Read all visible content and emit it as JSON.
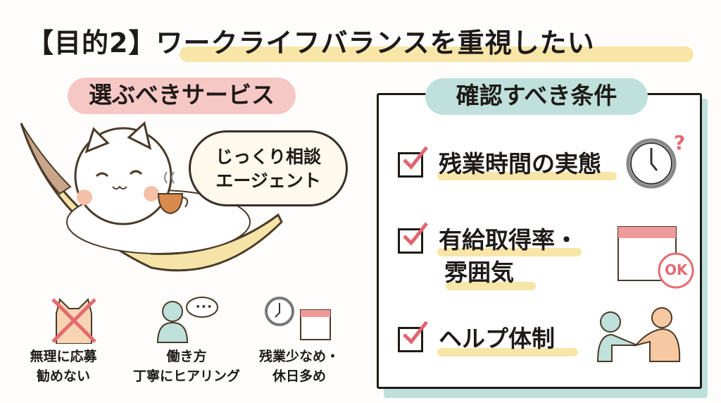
{
  "header": {
    "title": "【目的2】ワークライフバランスを重視したい"
  },
  "left": {
    "heading": "選ぶべきサービス",
    "bubble": {
      "line1": "じっくり相談",
      "line2": "エージェント"
    },
    "features": [
      {
        "icon": "cat-cross-icon",
        "line1": "無理に応募",
        "line2": "勧めない"
      },
      {
        "icon": "person-speech-icon",
        "line1": "働き方",
        "line2": "丁寧にヒアリング"
      },
      {
        "icon": "clock-calendar-icon",
        "line1": "残業少なめ・",
        "line2": "休日多め"
      }
    ]
  },
  "right": {
    "heading": "確認すべき条件",
    "items": [
      {
        "line1": "残業時間の実態",
        "icon": "clock-question-icon",
        "checked": true
      },
      {
        "line1": "有給取得率・",
        "line2": "雰囲気",
        "icon": "calendar-ok-icon",
        "badge": "OK",
        "checked": true
      },
      {
        "line1": "ヘルプ体制",
        "icon": "helping-hand-icon",
        "checked": true
      }
    ]
  },
  "colors": {
    "pink": "#f5c8c6",
    "teal": "#bfe0db",
    "highlight": "#f8e6a8",
    "check": "#e06470"
  }
}
